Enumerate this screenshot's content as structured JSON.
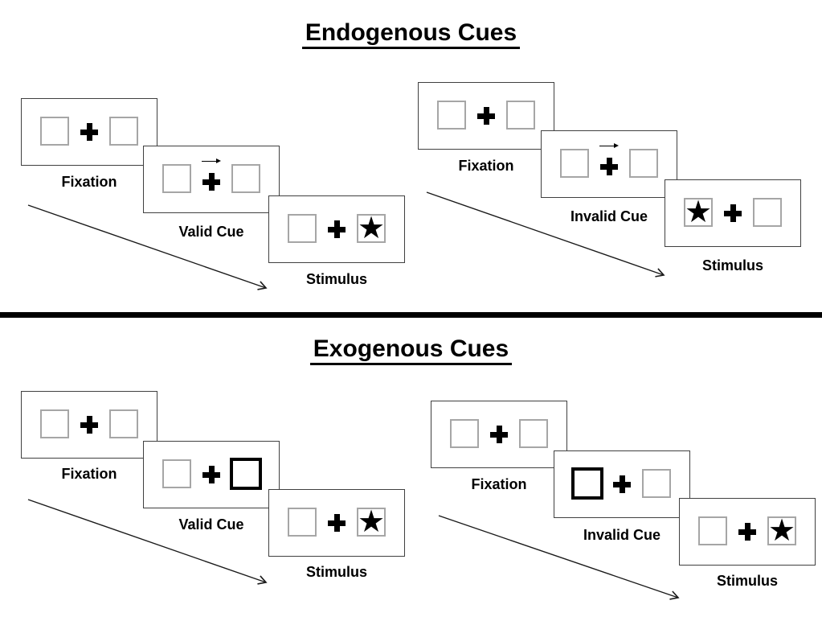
{
  "endogenous": {
    "title": "Endogenous Cues",
    "valid": {
      "fixation": {
        "label": "Fixation"
      },
      "cue": {
        "label": "Valid Cue",
        "cue_type": "central-arrow-right"
      },
      "stimulus": {
        "label": "Stimulus",
        "target_side": "right"
      }
    },
    "invalid": {
      "fixation": {
        "label": "Fixation"
      },
      "cue": {
        "label": "Invalid Cue",
        "cue_type": "central-arrow-right"
      },
      "stimulus": {
        "label": "Stimulus",
        "target_side": "left"
      }
    }
  },
  "exogenous": {
    "title": "Exogenous Cues",
    "valid": {
      "fixation": {
        "label": "Fixation"
      },
      "cue": {
        "label": "Valid Cue",
        "cue_type": "peripheral-bold-box-right"
      },
      "stimulus": {
        "label": "Stimulus",
        "target_side": "right"
      }
    },
    "invalid": {
      "fixation": {
        "label": "Fixation"
      },
      "cue": {
        "label": "Invalid Cue",
        "cue_type": "peripheral-bold-box-left"
      },
      "stimulus": {
        "label": "Stimulus",
        "target_side": "right"
      }
    }
  },
  "symbols": {
    "star": "★"
  },
  "colors": {
    "background": "#ffffff",
    "ink": "#000000",
    "panel_border": "#404040",
    "box_border": "#a6a6a6"
  }
}
